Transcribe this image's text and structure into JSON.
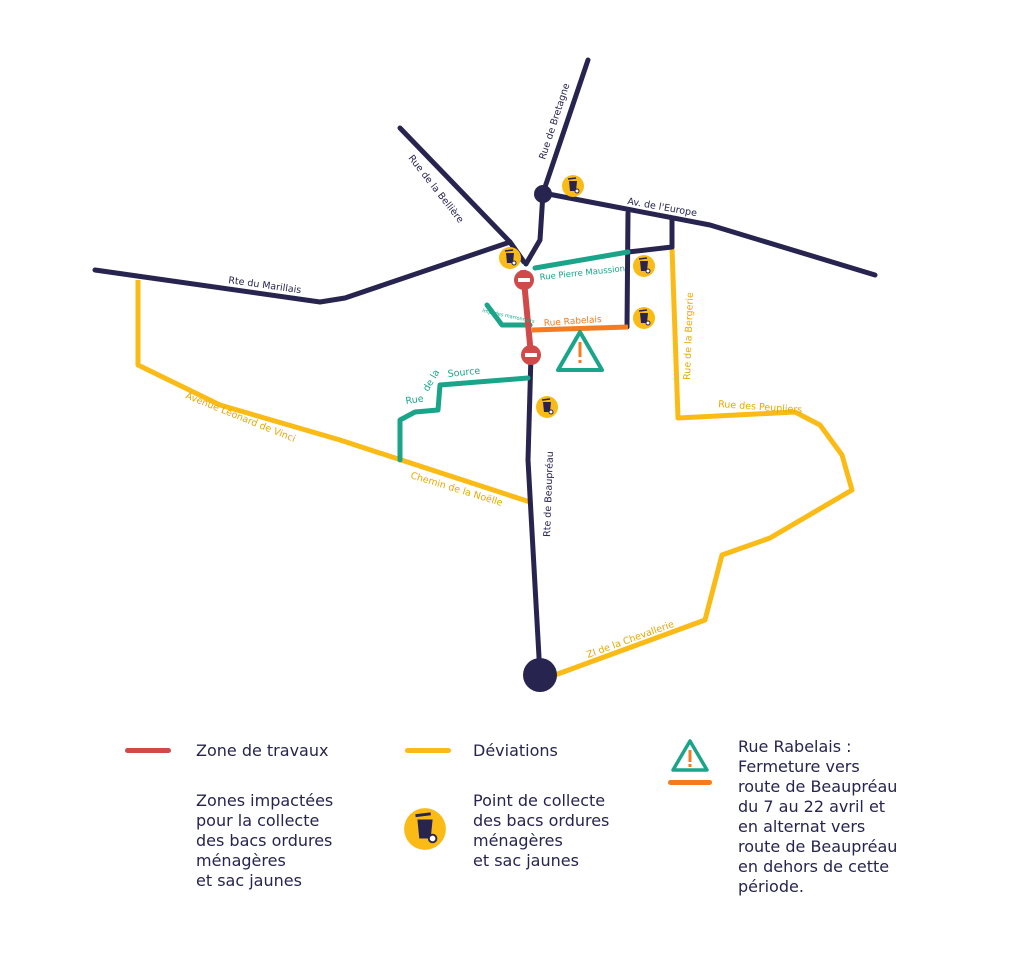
{
  "streets": {
    "bretagne": "Rue de Bretagne",
    "belliere": "Rue de la Bellière",
    "europe": "Av. de l'Europe",
    "marillais": "Rte du Marillais",
    "maussion": "Rue Pierre Maussion",
    "rabelais": "Rue Rabelais",
    "marronniers": "Imp. des marronniers",
    "source_1": "Rue",
    "source_2": "de la",
    "source_3": "Source",
    "bergerie": "Rue de la Bergerie",
    "peupliers": "Rue des Peupliers",
    "vinci": "Avenue Léonard de Vinci",
    "noelle": "Chemin de la Noëlle",
    "beaupreau": "Rte de Beaupréau",
    "chevallerie": "ZI de la Chevallerie"
  },
  "legend": {
    "works": "Zone de travaux",
    "deviations": "Déviations",
    "impacted": [
      "Zones impactées",
      "pour la collecte",
      "des bacs ordures",
      "ménagères",
      "et sac jaunes"
    ],
    "collection": [
      "Point de collecte",
      "des bacs ordures",
      "ménagères",
      "et sac jaunes"
    ],
    "rabelais": [
      "Rue Rabelais :",
      "Fermeture vers",
      "route de Beaupréau",
      "du 7 au 22 avril et",
      "en alternat vers",
      "route de Beaupréau",
      "en dehors de cette",
      "période."
    ]
  },
  "colors": {
    "road": "#27244f",
    "works": "#d04a4a",
    "deviation": "#fbbb16",
    "impacted": "#1aa58a",
    "rabelais": "#f47b20"
  }
}
